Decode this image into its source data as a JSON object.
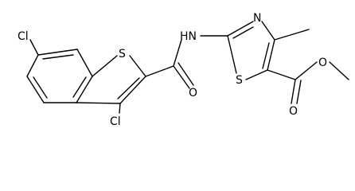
{
  "molecule": {
    "atom_labels": {
      "cl_top": "Cl",
      "s_benzothiophene": "S",
      "nh": "HN",
      "n_thiazole": "N",
      "cl_bottom": "Cl",
      "o_amide": "O",
      "s_thiazole": "S",
      "o_carbonyl": "O",
      "o_ester": "O"
    }
  },
  "colors": {
    "bond": "#000000",
    "label": "#000000",
    "background": "#ffffff"
  }
}
